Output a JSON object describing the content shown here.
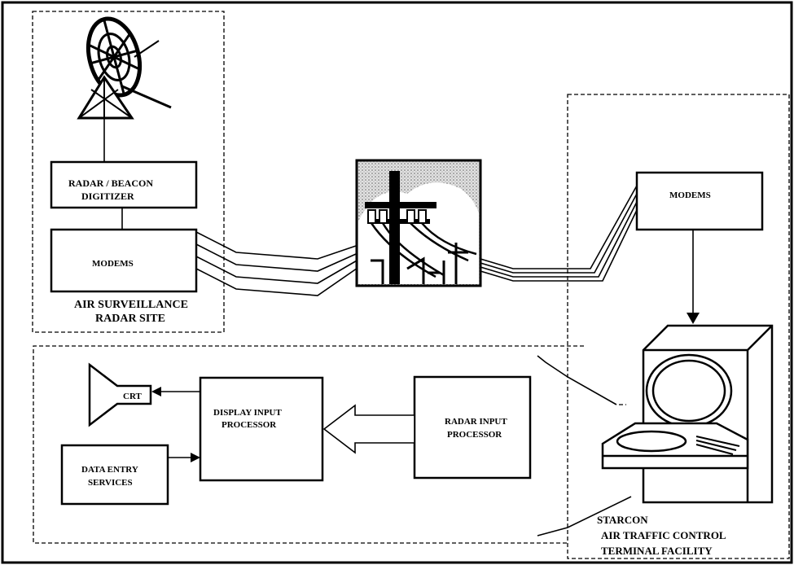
{
  "labels": {
    "digitizer_l1": "RADAR / BEACON",
    "digitizer_l2": "DIGITIZER",
    "site_modems": "MODEMS",
    "site_l1": "AIR SURVEILLANCE",
    "site_l2": "RADAR SITE",
    "terminal_modems": "MODEMS",
    "crt": "CRT",
    "dip_l1": "DISPLAY INPUT",
    "dip_l2": "PROCESSOR",
    "rip_l1": "RADAR INPUT",
    "rip_l2": "PROCESSOR",
    "des_l1": "DATA ENTRY",
    "des_l2": "SERVICES",
    "facility_l1": "STARCON",
    "facility_l2": "AIR TRAFFIC CONTROL",
    "facility_l3": "TERMINAL FACILITY"
  },
  "icons": [
    "radar-dish-icon",
    "telephone-pole-icon",
    "controller-console-icon",
    "crt-icon"
  ]
}
